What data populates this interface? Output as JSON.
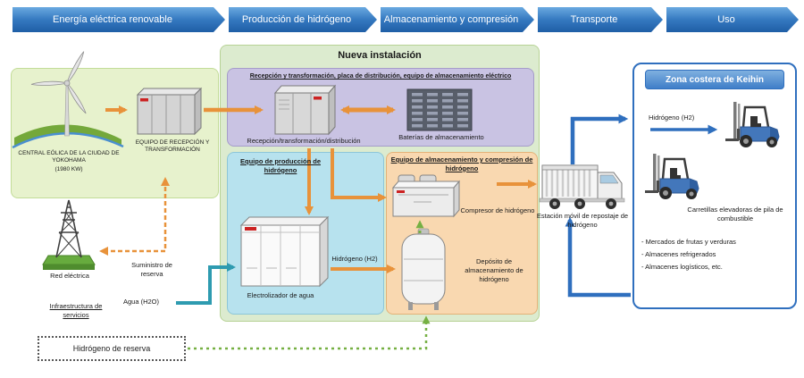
{
  "banners": [
    {
      "label": "Energía eléctrica renovable"
    },
    {
      "label": "Producción de hidrógeno"
    },
    {
      "label": "Almacenamiento y compresión"
    },
    {
      "label": "Transporte"
    },
    {
      "label": "Uso"
    }
  ],
  "renewable": {
    "plant_label": "CENTRAL EÓLICA DE LA CIUDAD DE YOKOHAMA",
    "plant_power": "(1980 KW)",
    "equipment_label": "EQUIPO DE RECEPCIÓN Y TRANSFORMACIÓN"
  },
  "installation": {
    "title": "Nueva instalación",
    "reception_title": "Recepción y transformación, placa de distribución, equipo de almacenamiento eléctrico",
    "reception_label": "Recepción/transformación/distribución",
    "batteries_label": "Baterías de almacenamiento",
    "production_title": "Equipo de producción de hidrógeno",
    "electrolyzer_label": "Electrolizador de agua",
    "hydrogen_label": "Hidrógeno (H2)",
    "storage_title": "Equipo de almacenamiento y compresión de hidrógeno",
    "compressor_label": "Compresor de hidrógeno",
    "tank_label": "Depósito de almacenamiento de hidrógeno"
  },
  "infrastructure": {
    "grid_label": "Red eléctrica",
    "reserve_supply_label": "Suministro de reserva",
    "services_label": "Infraestructura de servicios",
    "water_label": "Agua (H2O)",
    "hydrogen_reserve_label": "Hidrógeno de reserva"
  },
  "transport": {
    "station_label": "Estación móvil de repostaje de hidrógeno"
  },
  "keihin": {
    "title": "Zona costera de Keihin",
    "hydrogen_label": "Hidrógeno (H2)",
    "forklift_label": "Carretillas elevadoras de pila de combustible",
    "bullets": [
      "- Mercados de frutas y verduras",
      "- Almacenes refrigerados",
      "- Almacenes logísticos, etc."
    ]
  },
  "colors": {
    "banner_blue": "#2a6cb4",
    "arrow_orange": "#e8923a",
    "arrow_teal": "#2e9bb0",
    "arrow_green": "#76b043",
    "arrow_blue": "#2f6fbe"
  }
}
